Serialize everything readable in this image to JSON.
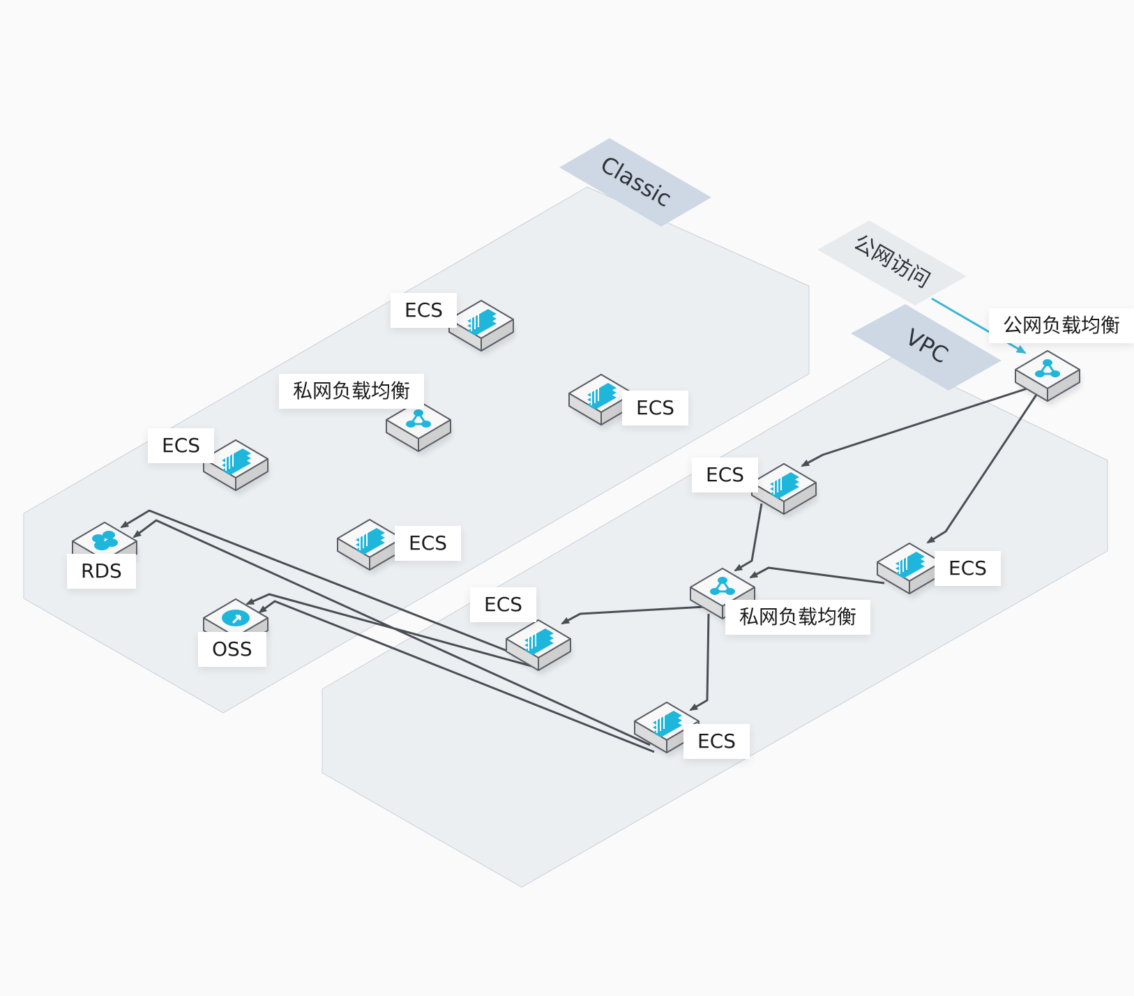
{
  "zones": {
    "classic": "Classic",
    "vpc": "VPC",
    "public_access": "公网访问"
  },
  "nodes": {
    "public_slb": "公网负载均衡",
    "classic_ecs_1": "ECS",
    "classic_slb": "私网负载均衡",
    "classic_ecs_2": "ECS",
    "classic_ecs_3": "ECS",
    "classic_ecs_4": "ECS",
    "rds": "RDS",
    "oss": "OSS",
    "vpc_ecs_1": "ECS",
    "vpc_ecs_2": "ECS",
    "vpc_slb": "私网负载均衡",
    "vpc_ecs_3": "ECS",
    "vpc_ecs_4": "ECS"
  },
  "colors": {
    "background": "#fafafa",
    "zone_fill": "#eceff2",
    "zone_tag": "#cdd8e4",
    "public_tag": "#e8ebee",
    "icon_accent": "#1fb6dc",
    "device_body": "#f2f2f2",
    "arrow": "#4a4f55",
    "public_arrow": "#3ab5d6"
  },
  "icons": {
    "server": "server-icon",
    "load_balancer": "load-balancer-icon",
    "database": "database-icon",
    "storage": "oss-bucket-icon"
  }
}
